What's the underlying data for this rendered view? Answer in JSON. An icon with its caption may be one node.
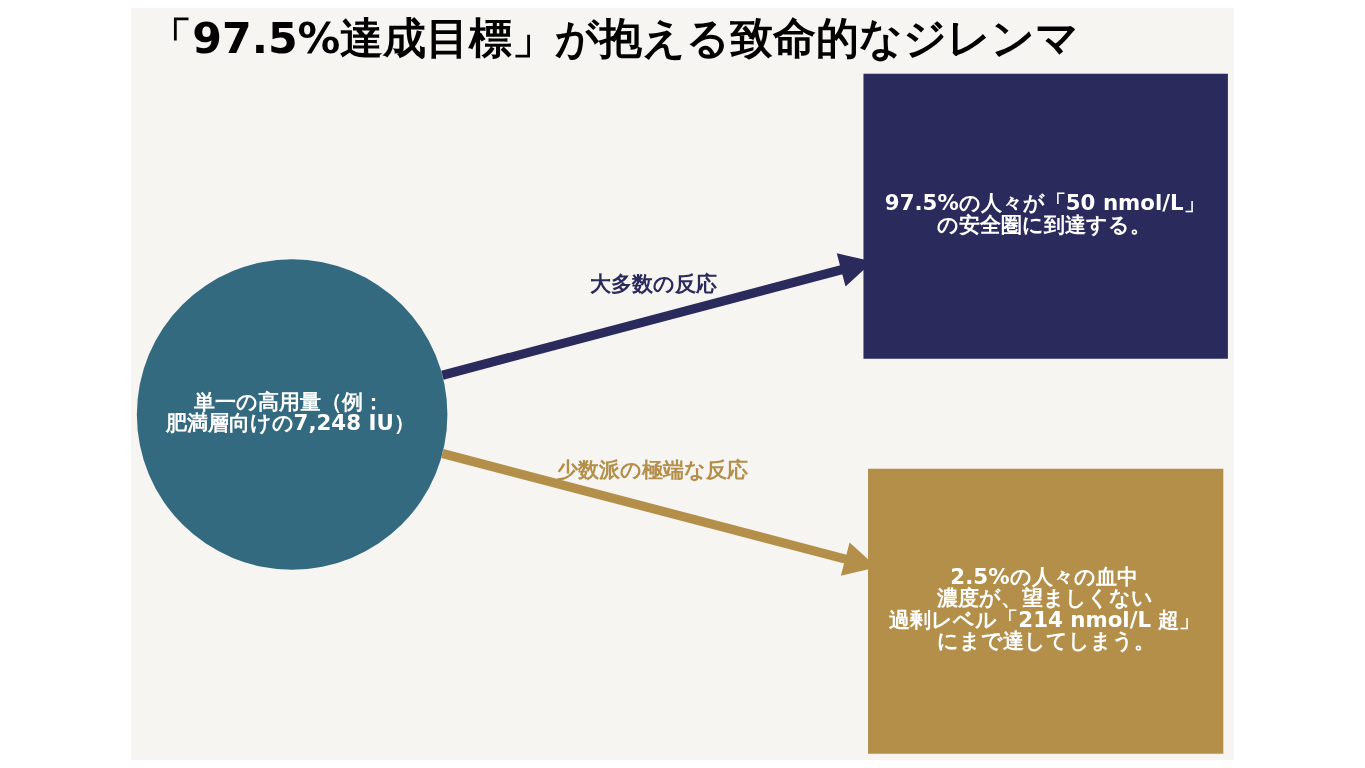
{
  "diagram": {
    "title": "「97.5%達成目標」が抱える致命的なジレンマ",
    "nodes": [
      {
        "text": [
          "単一の高用量（例：肥満層向けの7,248 IU）"
        ]
      },
      {
        "text": [
          "97.5%の人々が「50 nmol/L」の安全圏に到達する。"
        ]
      },
      {
        "text": [
          "2.5%の人々の血中濃度が、望ましくない過剰レベル「214 nmol/L 超」にまで達してしまう。"
        ]
      }
    ],
    "edges": [
      {
        "from": 0,
        "to": 1,
        "arrow": "to",
        "label": "大多数の反応",
        "color": "#2b2a5c"
      },
      {
        "from": 0,
        "to": 2,
        "arrow": "to",
        "label": "少数派の極端な反応",
        "color": "#b38f4a"
      }
    ]
  }
}
